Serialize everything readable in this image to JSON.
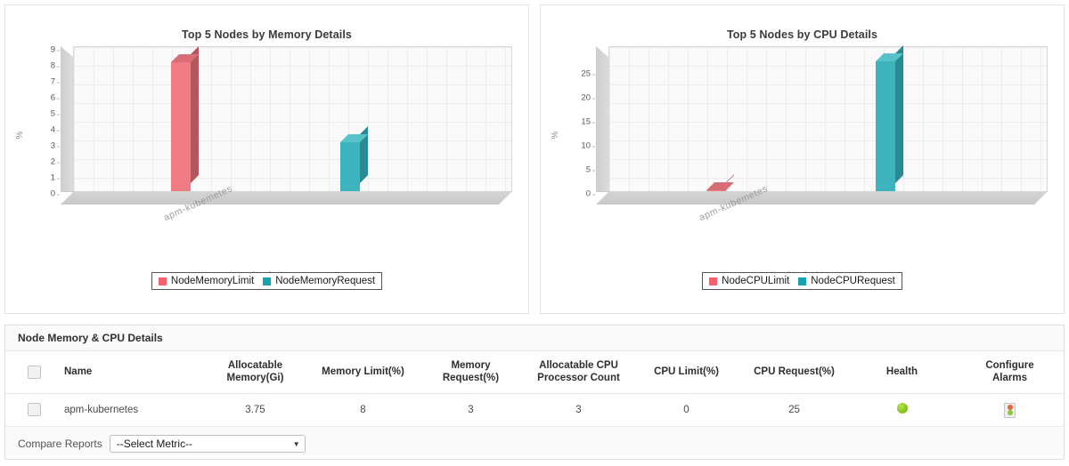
{
  "charts": [
    {
      "panel_name": "memory-chart-panel",
      "title": "Top 5 Nodes by Memory Details",
      "xlabel": "Node Name",
      "ylabel": "%",
      "category": "apm-kubemetes",
      "legend": [
        {
          "label": "NodeMemoryLimit",
          "color": "#f4626f"
        },
        {
          "label": "NodeMemoryRequest",
          "color": "#18a2ad"
        }
      ],
      "yticks": [
        "9",
        "8",
        "7",
        "6",
        "5",
        "4",
        "3",
        "2",
        "1",
        "0"
      ]
    },
    {
      "panel_name": "cpu-chart-panel",
      "title": "Top 5 Nodes by CPU Details",
      "xlabel": "Node Name",
      "ylabel": "%",
      "category": "apm-kubemetes",
      "legend": [
        {
          "label": "NodeCPULimit",
          "color": "#f4626f"
        },
        {
          "label": "NodeCPURequest",
          "color": "#18a2ad"
        }
      ],
      "yticks": [
        "25",
        "20",
        "15",
        "10",
        "5",
        "0"
      ]
    }
  ],
  "chart_data": [
    {
      "type": "bar",
      "title": "Top 5 Nodes by Memory Details",
      "xlabel": "Node Name",
      "ylabel": "%",
      "categories": [
        "apm-kubemetes"
      ],
      "series": [
        {
          "name": "NodeMemoryLimit",
          "values": [
            8
          ],
          "color": "#f4626f"
        },
        {
          "name": "NodeMemoryRequest",
          "values": [
            3
          ],
          "color": "#18a2ad"
        }
      ],
      "ylim": [
        0,
        9.5
      ],
      "ytick_values": [
        0,
        1,
        2,
        3,
        4,
        5,
        6,
        7,
        8,
        9
      ],
      "grid": true,
      "legend_position": "bottom",
      "three_d": true
    },
    {
      "type": "bar",
      "title": "Top 5 Nodes by CPU Details",
      "xlabel": "Node Name",
      "ylabel": "%",
      "categories": [
        "apm-kubemetes"
      ],
      "series": [
        {
          "name": "NodeCPULimit",
          "values": [
            0
          ],
          "color": "#f4626f"
        },
        {
          "name": "NodeCPURequest",
          "values": [
            25
          ],
          "color": "#18a2ad"
        }
      ],
      "ylim": [
        0,
        28
      ],
      "ytick_values": [
        0,
        5,
        10,
        15,
        20,
        25
      ],
      "grid": true,
      "legend_position": "bottom",
      "three_d": true
    }
  ],
  "table": {
    "caption": "Node Memory & CPU Details",
    "headers": [
      "",
      "Name",
      "Allocatable Memory(Gi)",
      "Memory Limit(%)",
      "Memory Request(%)",
      "Allocatable CPU Processor Count",
      "CPU Limit(%)",
      "CPU Request(%)",
      "Health",
      "Configure Alarms"
    ],
    "header_lines": {
      "allocatable_memory": [
        "Allocatable",
        "Memory(Gi)"
      ],
      "memory_limit": [
        "Memory Limit(%)"
      ],
      "memory_request": [
        "Memory",
        "Request(%)"
      ],
      "allocatable_cpu": [
        "Allocatable CPU",
        "Processor Count"
      ],
      "cpu_limit": [
        "CPU Limit(%)"
      ],
      "cpu_request": [
        "CPU Request(%)"
      ],
      "health": [
        "Health"
      ],
      "configure_alarms": [
        "Configure",
        "Alarms"
      ]
    },
    "rows": [
      {
        "name": "apm-kubernetes",
        "allocatable_memory_gi": "3.75",
        "memory_limit_pct": "8",
        "memory_request_pct": "3",
        "allocatable_cpu_count": "3",
        "cpu_limit_pct": "0",
        "cpu_request_pct": "25",
        "health": "green",
        "configure_alarms": "alarm-icon"
      }
    ]
  },
  "compare": {
    "label": "Compare Reports",
    "selected": "--Select Metric--",
    "caret": "▼"
  }
}
